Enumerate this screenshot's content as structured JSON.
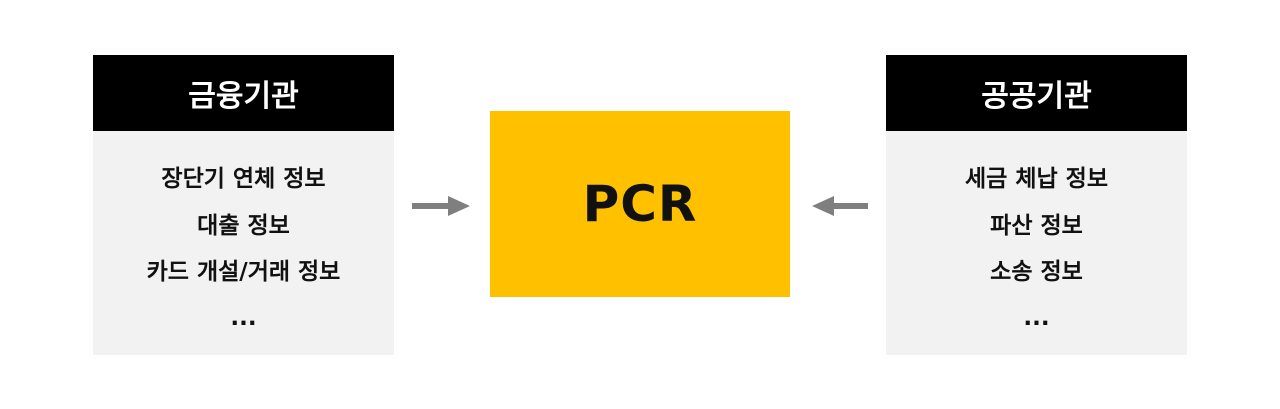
{
  "left_panel": {
    "title": "금융기관",
    "items": [
      "장단기 연체 정보",
      "대출 정보",
      "카드 개설/거래 정보",
      "..."
    ]
  },
  "right_panel": {
    "title": "공공기관",
    "items": [
      "세금 체납 정보",
      "파산 정보",
      "소송 정보",
      "..."
    ]
  },
  "center": {
    "label": "PCR"
  },
  "colors": {
    "header_bg": "#000000",
    "panel_bg": "#f2f2f2",
    "center_bg": "#ffc000",
    "arrow": "#7f7f7f"
  }
}
